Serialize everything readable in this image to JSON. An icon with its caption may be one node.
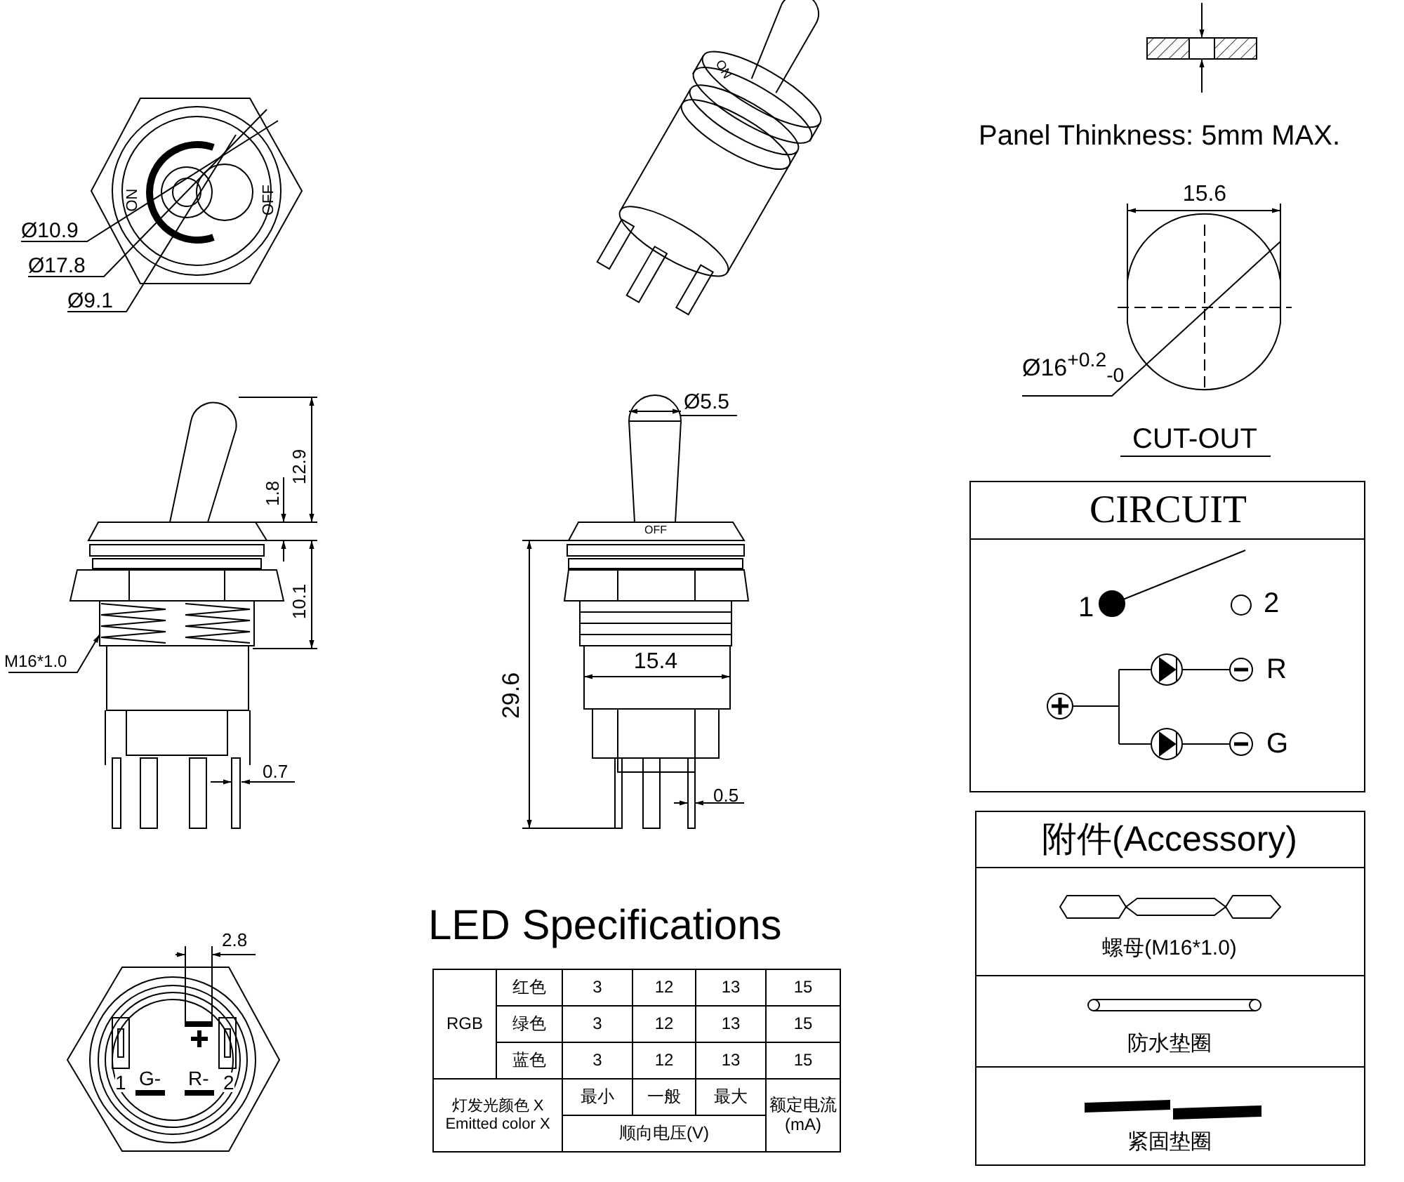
{
  "diagram": {
    "nodes": [
      {
        "text": [
          "M16*1.0"
        ]
      },
      {
        "text": [],
        "shape": "picture"
      }
    ],
    "edges": [
      {
        "from": 0,
        "to": 1,
        "arrow": "to"
      }
    ],
    "labels": [
      "Ø10.9",
      "Ø17.8",
      "Ø9.1",
      "ON",
      "OFF",
      "ON",
      "Panel Thinkness: 5mm MAX.",
      "15.6",
      "Ø16$^{+0.2}$$_{-0}$",
      "CUT-OUT",
      "12.9",
      "1.8",
      "10.1",
      "0.7",
      "Ø5.5",
      "OFF",
      "29.6",
      "15.4",
      "0.5",
      "CIRCUIT",
      "1",
      "2",
      "R",
      "G",
      "2.8",
      "1",
      "G-",
      "R-",
      "2",
      "LED Specifications",
      "RGB",
      "红色",
      "3",
      "12",
      "13",
      "15",
      "绿色",
      "3",
      "12",
      "13",
      "15",
      "蓝色",
      "3",
      "12",
      "13",
      "15",
      "灯发光颜色 X Emitted color X",
      "最小",
      "一般",
      "最大",
      "额定电流(mA)",
      "顺向电压(V)",
      "附件(Accessory)",
      "螺母(M16*1.0)",
      "防水垫圈",
      "紧固垫圈"
    ]
  }
}
